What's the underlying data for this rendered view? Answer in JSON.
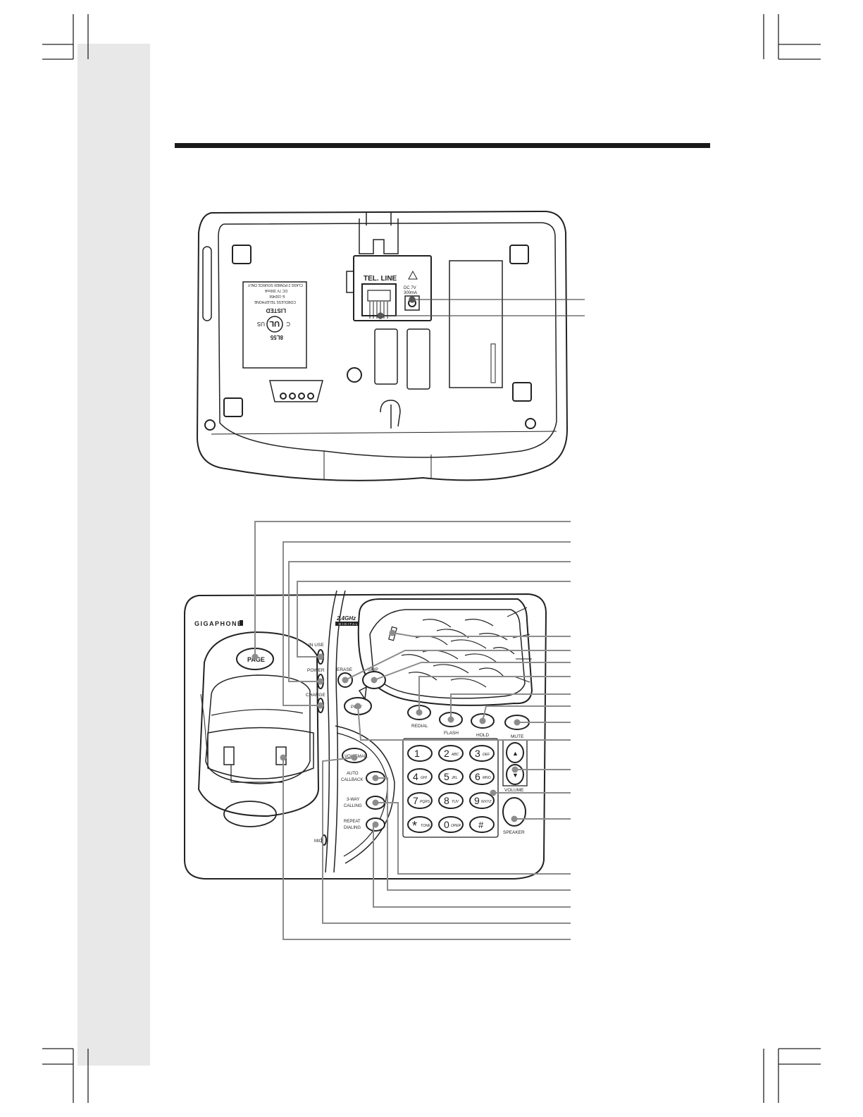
{
  "colors": {
    "line": "#222222",
    "leader": "#9a9a9a",
    "sidebar": "#e8e8e9",
    "rule": "#1a1a1a"
  },
  "base_bottom": {
    "port_label": "TEL. LINE",
    "dc_label": "DC 7V",
    "dc_current": "300mA",
    "ul_mark": "UL",
    "ul_c": "C",
    "ul_us": "US",
    "ul_listed": "LISTED",
    "ul_number": "8L55",
    "ul_lines": [
      "CORDLESS TELEPHONE",
      "E-192456",
      "DC 7V 300mA",
      "CLASS 2 POWER SOURCE ONLY"
    ]
  },
  "base_top": {
    "brand": "GIGAPHONE",
    "band_title": "2.4GHz",
    "band_sub": "DIGITAL",
    "buttons": {
      "page": "PAGE",
      "in_use": "IN USE",
      "power": "POWER",
      "charge": "CHARGE",
      "erase": "ERASE",
      "skip": "SKIP",
      "play": "PLAY",
      "redial": "REDIAL",
      "flash": "FLASH",
      "hold": "HOLD",
      "mute": "MUTE",
      "voicemail": "VOICEMAIL",
      "auto_callback": [
        "AUTO",
        "CALLBACK"
      ],
      "three_way": [
        "3-WAY",
        "CALLING"
      ],
      "repeat_dialing": [
        "REPEAT",
        "DIALING"
      ],
      "volume": "VOLUME",
      "speaker": "SPEAKER",
      "mic": "MIC"
    },
    "keypad": [
      {
        "digit": "1",
        "letters": ""
      },
      {
        "digit": "2",
        "letters": "ABC"
      },
      {
        "digit": "3",
        "letters": "DEF"
      },
      {
        "digit": "4",
        "letters": "GHI"
      },
      {
        "digit": "5",
        "letters": "JKL"
      },
      {
        "digit": "6",
        "letters": "MNO"
      },
      {
        "digit": "7",
        "letters": "PQRS"
      },
      {
        "digit": "8",
        "letters": "TUV"
      },
      {
        "digit": "9",
        "letters": "WXYZ"
      },
      {
        "digit": "*",
        "letters": "TONE"
      },
      {
        "digit": "0",
        "letters": "OPER"
      },
      {
        "digit": "#",
        "letters": ""
      }
    ],
    "volume_up": "▲",
    "volume_down": "▼"
  }
}
